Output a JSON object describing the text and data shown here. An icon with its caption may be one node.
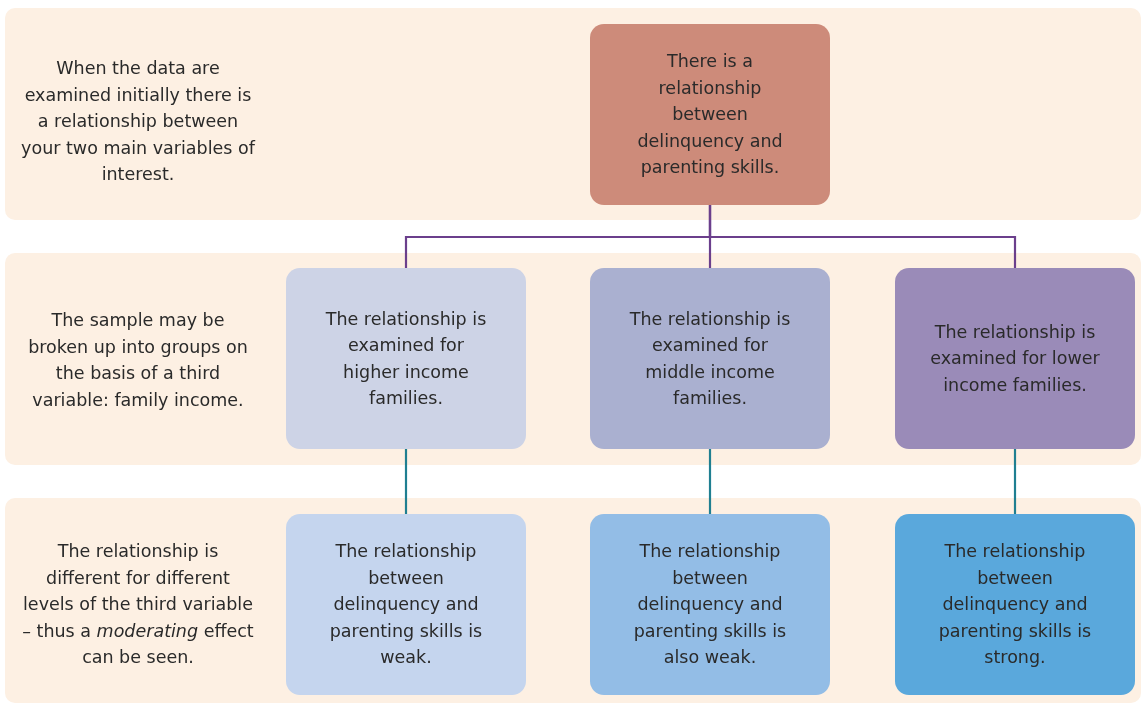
{
  "diagram": {
    "nodes": [
      {
        "text": [
          "When the data are examined initially there is a relationship between your two main variables of interest."
        ]
      },
      {
        "text": [
          "There is a relationship between delinquency and parenting skills."
        ],
        "in": 0
      },
      {
        "text": [
          "The sample may be broken up into groups on the basis of a third variable: family income."
        ]
      },
      {
        "text": [
          "The relationship is examined for higher income families."
        ],
        "in": 2
      },
      {
        "text": [
          "The relationship is examined for middle income families."
        ],
        "in": 2
      },
      {
        "text": [
          "The relationship is examined for lower income families."
        ],
        "in": 2
      },
      {
        "text": [
          "The relationship is different for different levels of the third variable – thus a *moderating* effect can be seen."
        ]
      },
      {
        "text": [
          "The relationship between delinquency and parenting skills is weak."
        ],
        "in": 6
      },
      {
        "text": [
          "The relationship between delinquency and parenting skills is also weak."
        ],
        "in": 6
      },
      {
        "text": [
          "The relationship between delinquency and parenting skills is strong."
        ],
        "in": 6
      }
    ],
    "edges": [
      {
        "from": 1,
        "to": 3,
        "arrow": "none",
        "color": "#6b3f8c"
      },
      {
        "from": 1,
        "to": 4,
        "arrow": "none",
        "color": "#6b3f8c"
      },
      {
        "from": 1,
        "to": 5,
        "arrow": "none",
        "color": "#6b3f8c"
      },
      {
        "from": 3,
        "to": 7,
        "arrow": "none",
        "color": "#1f7f91"
      },
      {
        "from": 4,
        "to": 8,
        "arrow": "none",
        "color": "#1f7f91"
      },
      {
        "from": 5,
        "to": 9,
        "arrow": "none",
        "color": "#1f7f91"
      }
    ]
  }
}
